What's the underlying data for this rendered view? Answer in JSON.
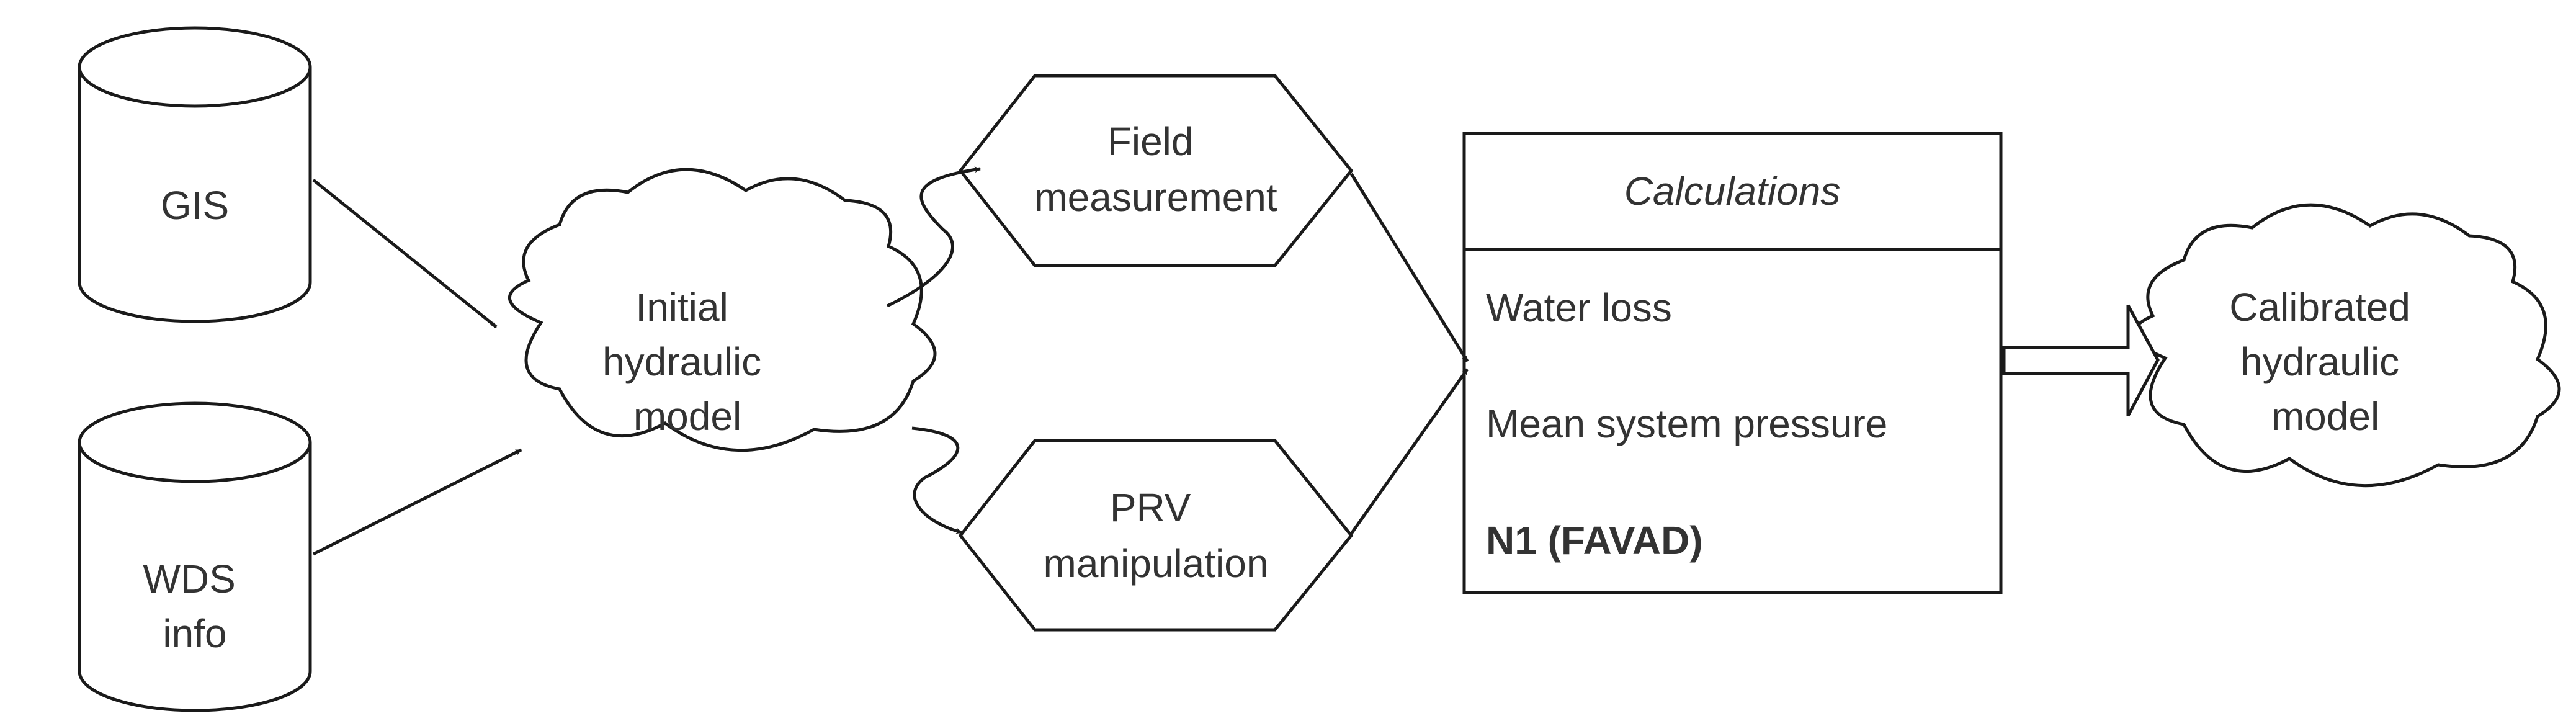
{
  "nodes": {
    "gis": {
      "label": "GIS"
    },
    "wds": {
      "label_lines": [
        "WDS",
        "info"
      ]
    },
    "initial_model": {
      "label_lines": [
        "Initial",
        "hydraulic",
        "model"
      ]
    },
    "field_measurement": {
      "label_lines": [
        "Field",
        "measurement"
      ]
    },
    "prv_manipulation": {
      "label_lines": [
        "PRV",
        "manipulation"
      ]
    },
    "calculations": {
      "title": "Calculations",
      "items": [
        "Water loss",
        "Mean system pressure",
        "N1 (FAVAD)"
      ]
    },
    "calibrated_model": {
      "label_lines": [
        "Calibrated",
        "hydraulic",
        "model"
      ]
    }
  },
  "colors": {
    "stroke": "#1a1a1a",
    "text": "#333333",
    "fill": "#ffffff"
  }
}
